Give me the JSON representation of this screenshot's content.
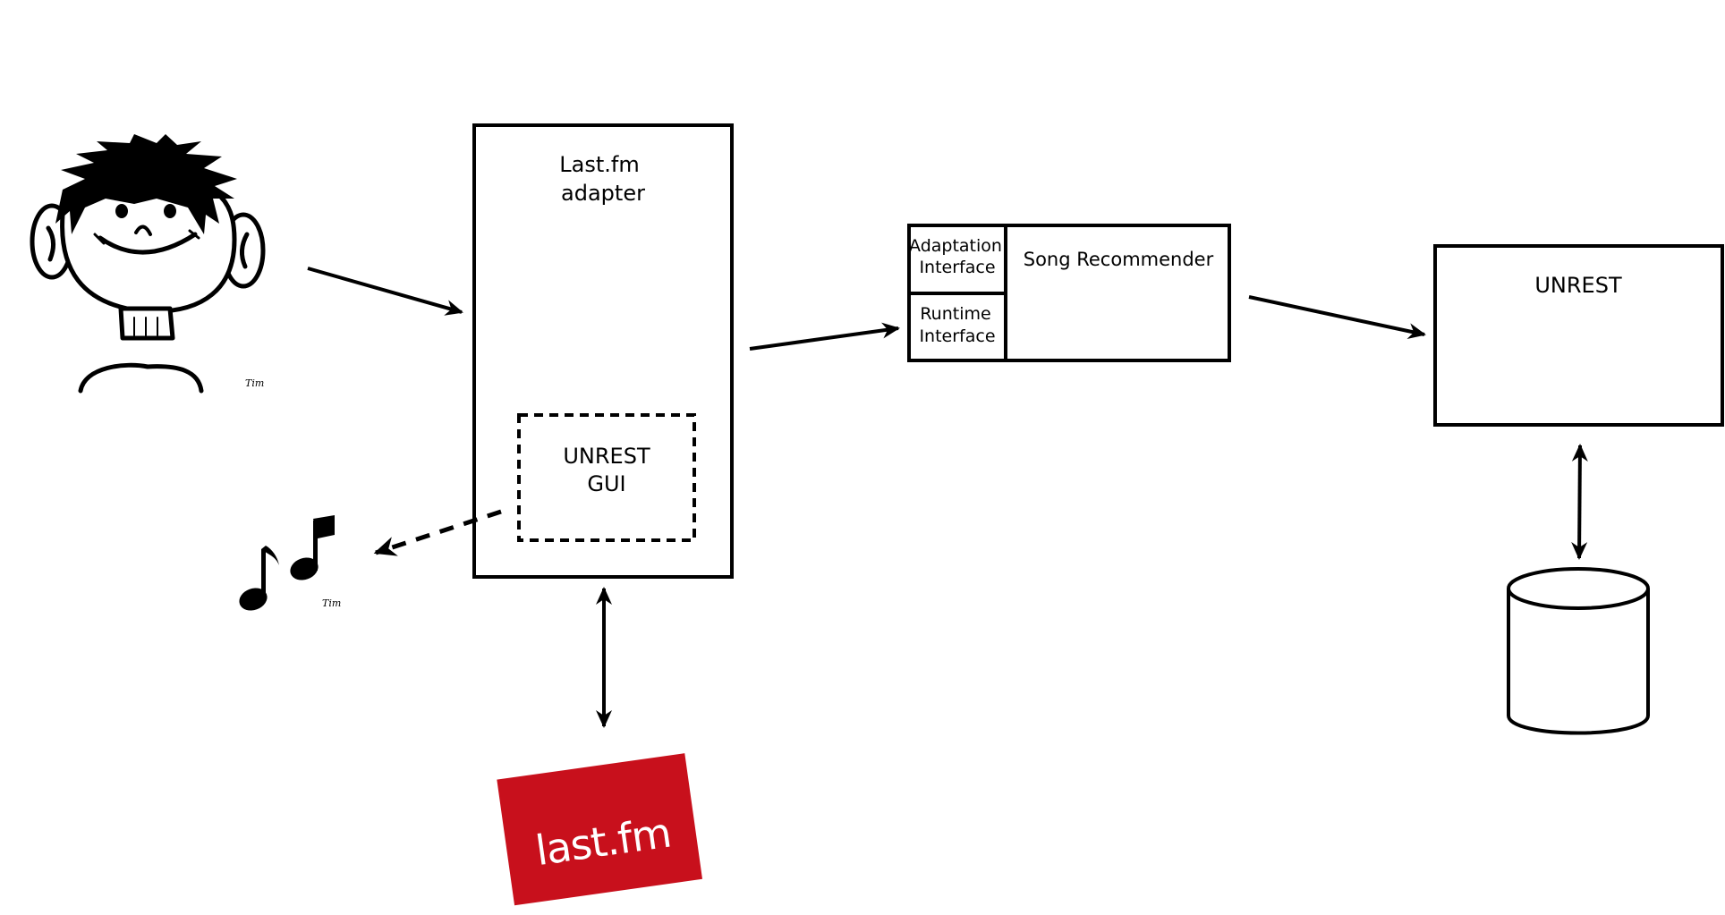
{
  "adapter": {
    "title_line1": "Last.fm",
    "title_line2": "adapter"
  },
  "unrest_gui": {
    "line1": "UNREST",
    "line2": "GUI"
  },
  "recommender": {
    "adaptation_line1": "Adaptation",
    "adaptation_line2": "Interface",
    "runtime_line1": "Runtime",
    "runtime_line2": "Interface",
    "title": "Song Recommender"
  },
  "unrest_server": {
    "title": "UNREST"
  },
  "lastfm_logo": {
    "text": "last.fm",
    "color": "#c8101c"
  },
  "icons": {
    "user": "boy-face-icon",
    "music": "music-notes-icon",
    "database": "database-cylinder-icon",
    "logo": "lastfm-logo-icon"
  },
  "signatures": {
    "user": "Tim",
    "music": "Tim"
  }
}
